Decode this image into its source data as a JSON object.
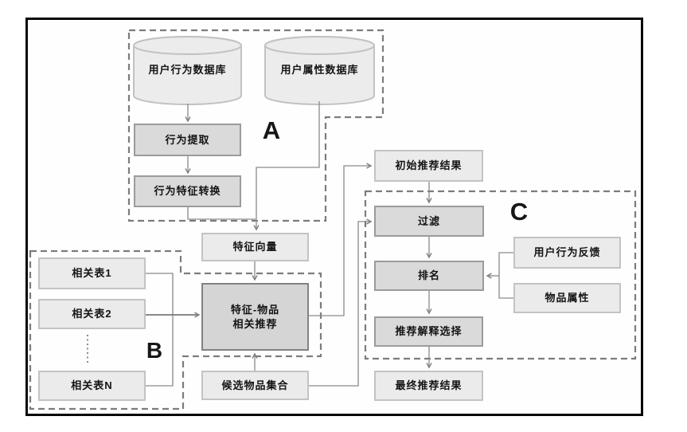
{
  "diagram": {
    "title": "recommendation-pipeline-flowchart",
    "groups": {
      "a": "A",
      "b": "B",
      "c": "C"
    },
    "nodes": {
      "user_behavior_db": {
        "label": "用户行为数据库",
        "shape": "database"
      },
      "user_attr_db": {
        "label": "用户属性数据库",
        "shape": "database"
      },
      "behavior_extract": {
        "label": "行为提取",
        "shape": "process"
      },
      "behavior_convert": {
        "label": "行为特征转换",
        "shape": "process"
      },
      "feature_vector": {
        "label": "特征向量",
        "shape": "data"
      },
      "related_table_1": {
        "label": "相关表1",
        "shape": "data"
      },
      "related_table_2": {
        "label": "相关表2",
        "shape": "data"
      },
      "related_table_n": {
        "label": "相关表N",
        "shape": "data"
      },
      "feature_item_rec": {
        "line1": "特征-物品",
        "line2": "相关推荐",
        "shape": "process"
      },
      "candidate_items": {
        "label": "候选物品集合",
        "shape": "data"
      },
      "initial_results": {
        "label": "初始推荐结果",
        "shape": "data"
      },
      "filter": {
        "label": "过滤",
        "shape": "process"
      },
      "ranking": {
        "label": "排名",
        "shape": "process"
      },
      "user_feedback": {
        "label": "用户行为反馈",
        "shape": "data"
      },
      "item_attrs": {
        "label": "物品属性",
        "shape": "data"
      },
      "explanation_select": {
        "label": "推荐解释选择",
        "shape": "process"
      },
      "final_results": {
        "label": "最终推荐结果",
        "shape": "data"
      }
    },
    "edges": [
      {
        "from": "user_behavior_db",
        "to": "behavior_extract"
      },
      {
        "from": "behavior_extract",
        "to": "behavior_convert"
      },
      {
        "from": "behavior_convert",
        "to": "feature_vector"
      },
      {
        "from": "user_attr_db",
        "to": "feature_vector"
      },
      {
        "from": "feature_vector",
        "to": "feature_item_rec"
      },
      {
        "from": "related_table_1",
        "to": "feature_item_rec"
      },
      {
        "from": "related_table_2",
        "to": "feature_item_rec"
      },
      {
        "from": "related_table_n",
        "to": "feature_item_rec"
      },
      {
        "from": "candidate_items",
        "to": "feature_item_rec"
      },
      {
        "from": "feature_item_rec",
        "to": "initial_results"
      },
      {
        "from": "candidate_items",
        "to": "filter"
      },
      {
        "from": "initial_results",
        "to": "filter"
      },
      {
        "from": "filter",
        "to": "ranking"
      },
      {
        "from": "user_feedback",
        "to": "ranking"
      },
      {
        "from": "item_attrs",
        "to": "ranking"
      },
      {
        "from": "ranking",
        "to": "explanation_select"
      },
      {
        "from": "explanation_select",
        "to": "final_results"
      }
    ],
    "colors": {
      "frame": "#070707",
      "node_fill_light": "#ebebeb",
      "node_border_light": "#c3c3c3",
      "node_fill_process": "#dadada",
      "node_border_process": "#9b9b9b",
      "connector": "#8a8a8a",
      "dashed_group": "#7c7c7c"
    }
  }
}
